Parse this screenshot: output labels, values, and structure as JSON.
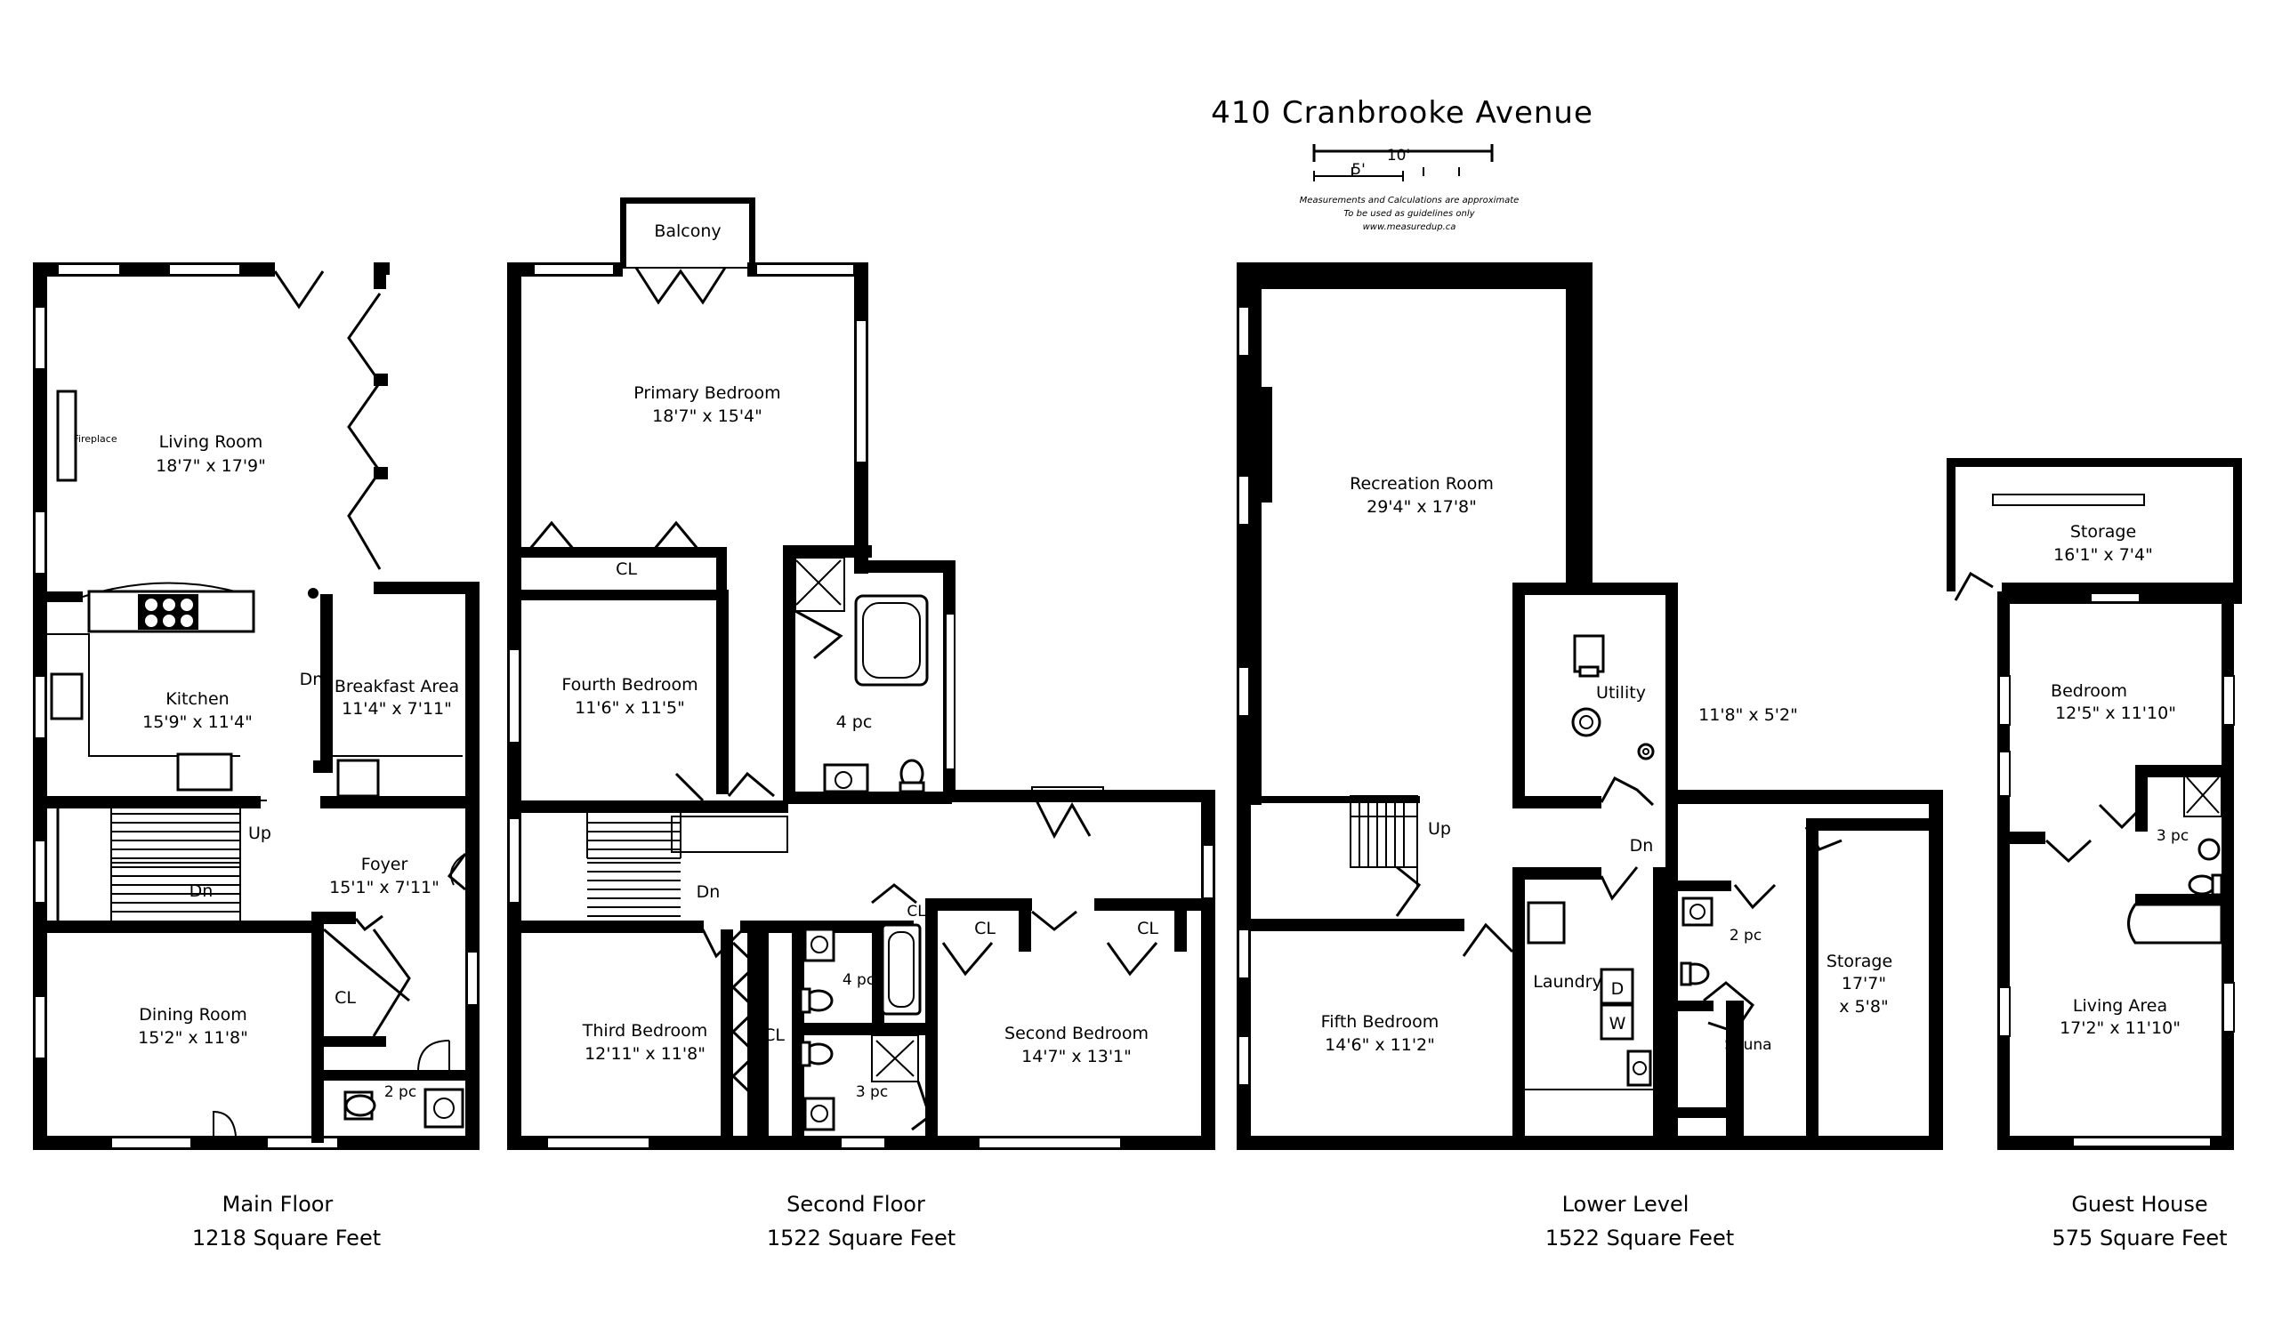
{
  "title": "410 Cranbrooke Avenue",
  "scale": {
    "five": "5'",
    "ten": "10'"
  },
  "notes": [
    "Measurements and Calculations are approximate",
    "To be used as guidelines only",
    "www.measuredup.ca"
  ],
  "floors": [
    {
      "name": "Main Floor",
      "area": "1218 Square Feet"
    },
    {
      "name": "Second Floor",
      "area": "1522 Square Feet"
    },
    {
      "name": "Lower Level",
      "area": "1522 Square Feet"
    },
    {
      "name": "Guest House",
      "area": "575 Square Feet"
    }
  ],
  "rooms": {
    "living": {
      "name": "Living Room",
      "dim": "18'7\" x 17'9\""
    },
    "fireplace": "Fireplace",
    "kitchen": {
      "name": "Kitchen",
      "dim": "15'9\" x 11'4\""
    },
    "breakfast": {
      "name": "Breakfast Area",
      "dim": "11'4\" x 7'11\""
    },
    "foyer": {
      "name": "Foyer",
      "dim": "15'1\" x 7'11\""
    },
    "dining": {
      "name": "Dining Room",
      "dim": "15'2\" x 11'8\""
    },
    "main_cl": "CL",
    "main_2pc": "2 pc",
    "main_up": "Up",
    "main_dn": "Dn",
    "main_dn2": "Dn",
    "balcony": "Balcony",
    "primary": {
      "name": "Primary Bedroom",
      "dim": "18'7\" x 15'4\""
    },
    "primary_cl": "CL",
    "fourth": {
      "name": "Fourth Bedroom",
      "dim": "11'6\" x 11'5\""
    },
    "ensuite": "4 pc",
    "second_dn": "Dn",
    "third": {
      "name": "Third Bedroom",
      "dim": "12'11\" x 11'8\""
    },
    "third_cl": "CL",
    "bath4": "4 pc",
    "bath3": "3 pc",
    "hall_cl": "CL",
    "second": {
      "name": "Second Bedroom",
      "dim": "14'7\" x 13'1\""
    },
    "second_cl1": "CL",
    "second_cl2": "CL",
    "recreation": {
      "name": "Recreation Room",
      "dim": "29'4\" x 17'8\""
    },
    "utility": "Utility",
    "utility_dim": "11'8\" x 5'2\"",
    "lower_up": "Up",
    "lower_dn": "Dn",
    "fifth": {
      "name": "Fifth Bedroom",
      "dim": "14'6\" x 11'2\""
    },
    "laundry": "Laundry",
    "washer": "W",
    "dryer": "D",
    "lower_2pc": "2 pc",
    "sauna": "Sauna",
    "lower_storage": {
      "name": "Storage",
      "dim1": "17'7\"",
      "dim2": "x 5'8\""
    },
    "guest_storage": {
      "name": "Storage",
      "dim": "16'1\" x 7'4\""
    },
    "guest_bedroom": {
      "name": "Bedroom",
      "dim": "12'5\" x 11'10\""
    },
    "guest_3pc": "3 pc",
    "guest_living": {
      "name": "Living Area",
      "dim": "17'2\" x 11'10\""
    }
  }
}
